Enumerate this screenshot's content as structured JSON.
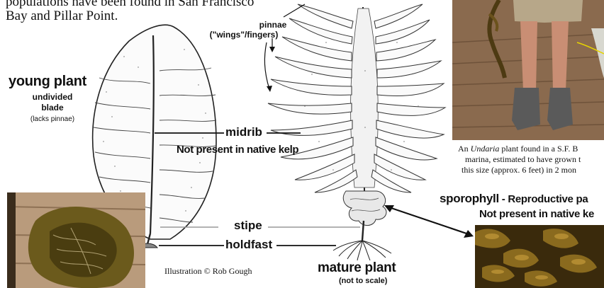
{
  "intro_text": {
    "line1": "populations have been found in San Francisco",
    "line2": "Bay and Pillar Point."
  },
  "young_plant": {
    "title": "young plant",
    "line1": "undivided",
    "line2": "blade",
    "line3": "(lacks pinnae)"
  },
  "pinnae": {
    "title": "pinnae",
    "subtitle": "(\"wings\"/fingers)"
  },
  "midrib": {
    "title": "midrib",
    "note": "Not present in native kelp"
  },
  "stipe": {
    "title": "stipe"
  },
  "holdfast": {
    "title": "holdfast"
  },
  "credit": "Illustration © Rob Gough",
  "mature_plant": {
    "title": "mature plant",
    "subtitle": "(not to scale)"
  },
  "photo_caption": {
    "line1_pre": "An ",
    "line1_em": "Undaria",
    "line1_post": " plant found in a S.F. B",
    "line2": "marina, estimated to have grown t",
    "line3": "this size (approx. 6 feet) in 2 mon"
  },
  "sporophyll": {
    "title": "sporophyll",
    "separator": " - ",
    "desc": "Reproductive pa",
    "note": "Not present in native ke"
  },
  "colors": {
    "kelp_brown": "#5a4a14",
    "deck_wood": "#8a6a4e",
    "ink": "#111111"
  }
}
